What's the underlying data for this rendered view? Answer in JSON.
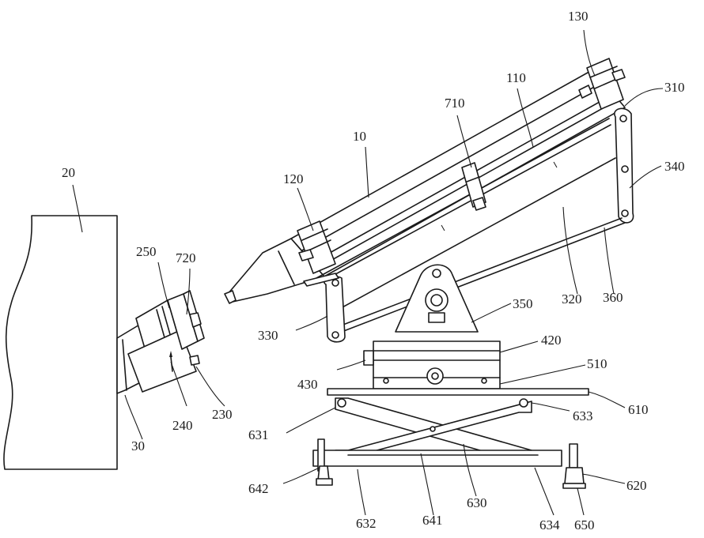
{
  "figure": {
    "labels": [
      {
        "id": "l130",
        "text": "130"
      },
      {
        "id": "l110",
        "text": "110"
      },
      {
        "id": "l310",
        "text": "310"
      },
      {
        "id": "l710",
        "text": "710"
      },
      {
        "id": "l10",
        "text": "10"
      },
      {
        "id": "l340",
        "text": "340"
      },
      {
        "id": "l20",
        "text": "20"
      },
      {
        "id": "l120",
        "text": "120"
      },
      {
        "id": "l250",
        "text": "250"
      },
      {
        "id": "l720",
        "text": "720"
      },
      {
        "id": "l350",
        "text": "350"
      },
      {
        "id": "l320",
        "text": "320"
      },
      {
        "id": "l360",
        "text": "360"
      },
      {
        "id": "l330",
        "text": "330"
      },
      {
        "id": "l420",
        "text": "420"
      },
      {
        "id": "l430",
        "text": "430"
      },
      {
        "id": "l510",
        "text": "510"
      },
      {
        "id": "l610",
        "text": "610"
      },
      {
        "id": "l633",
        "text": "633"
      },
      {
        "id": "l631",
        "text": "631"
      },
      {
        "id": "l240",
        "text": "240"
      },
      {
        "id": "l230",
        "text": "230"
      },
      {
        "id": "l30",
        "text": "30"
      },
      {
        "id": "l642",
        "text": "642"
      },
      {
        "id": "l620",
        "text": "620"
      },
      {
        "id": "l630",
        "text": "630"
      },
      {
        "id": "l632",
        "text": "632"
      },
      {
        "id": "l641",
        "text": "641"
      },
      {
        "id": "l634",
        "text": "634"
      },
      {
        "id": "l650",
        "text": "650"
      }
    ]
  }
}
